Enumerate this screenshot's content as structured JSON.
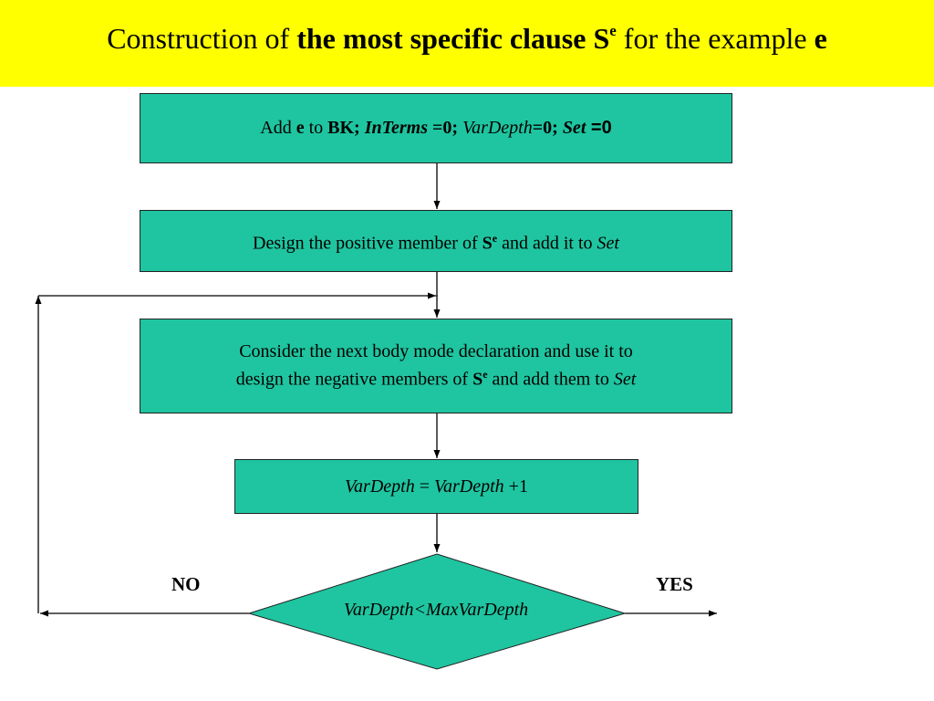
{
  "title": {
    "prefix": "Construction of ",
    "bold": "the most specific clause S",
    "sup": "e",
    "middle": " for the example ",
    "var": "e",
    "background": "#ffff00"
  },
  "box_color": "#1fc5a0",
  "boxes": {
    "init": {
      "t1": "Add ",
      "t2": "e",
      "t3": " to ",
      "t4": "BK; ",
      "t5": "InTerms",
      "t6": " =0; ",
      "t7": "VarDepth",
      "t8": "=0; ",
      "t9": "Set",
      "t10": " =0"
    },
    "positive": {
      "t1": "Design the positive member of ",
      "t2": "S",
      "t3": "e",
      "t4": " and add it to ",
      "t5": "Set"
    },
    "negative": {
      "line1": "Consider the next body mode declaration and use it to",
      "t1": "design the negative members of ",
      "t2": "S",
      "t3": "e",
      "t4": " and add them to ",
      "t5": "Set"
    },
    "increment": {
      "t1": "VarDepth",
      "t2": " = ",
      "t3": "VarDepth",
      "t4": " +1"
    }
  },
  "decision": {
    "label": "VarDepth<MaxVarDepth",
    "no": "NO",
    "yes": "YES"
  }
}
